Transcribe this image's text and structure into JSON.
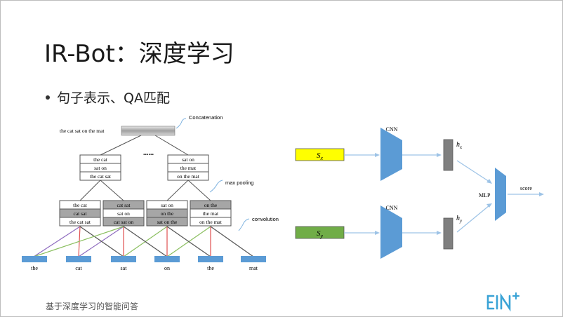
{
  "slide": {
    "title": "IR-Bot：深度学习",
    "bullet": "句子表示、QA匹配",
    "footer": "基于深度学习的智能问答",
    "logo_text": "EIN+"
  },
  "left_diagram": {
    "sentence": "the cat sat on the mat",
    "ellipsis": "......",
    "concatenation_label": "Concatenation",
    "max_pooling_label": "max pooling",
    "convolution_label": "convolution",
    "pool_left": [
      "the cat",
      "sat on",
      "the cat sat"
    ],
    "pool_right": [
      "sat on",
      "the mat",
      "on the mat"
    ],
    "conv_columns": [
      [
        "the cat",
        "cat sat",
        "the cat sat"
      ],
      [
        "cat sat",
        "sat on",
        "cat sat on"
      ],
      [
        "sat on",
        "on the",
        "sat on the"
      ],
      [
        "on the",
        "the mat",
        "on the mat"
      ]
    ],
    "words": [
      "the",
      "cat",
      "sat",
      "on",
      "the",
      "mat"
    ],
    "colors": {
      "word_box": "#5b9bd5",
      "shaded_cell": "#a6a6a6",
      "line_purple": "#8e6bbf",
      "line_red": "#e05050",
      "line_green": "#8bbf60",
      "line_dark": "#555555"
    }
  },
  "right_diagram": {
    "sx_label": "Sx",
    "sy_label": "Sy",
    "cnn_label_top": "CNN",
    "cnn_label_bottom": "CNN",
    "hx_label": "hx",
    "hy_label": "hy",
    "mlp_label": "MLP",
    "score_label": "score",
    "colors": {
      "sx_fill": "#ffff00",
      "sy_fill": "#70ad47",
      "cnn_fill": "#5b9bd5",
      "h_fill": "#7f7f7f",
      "arrow": "#9dc3e6"
    }
  }
}
